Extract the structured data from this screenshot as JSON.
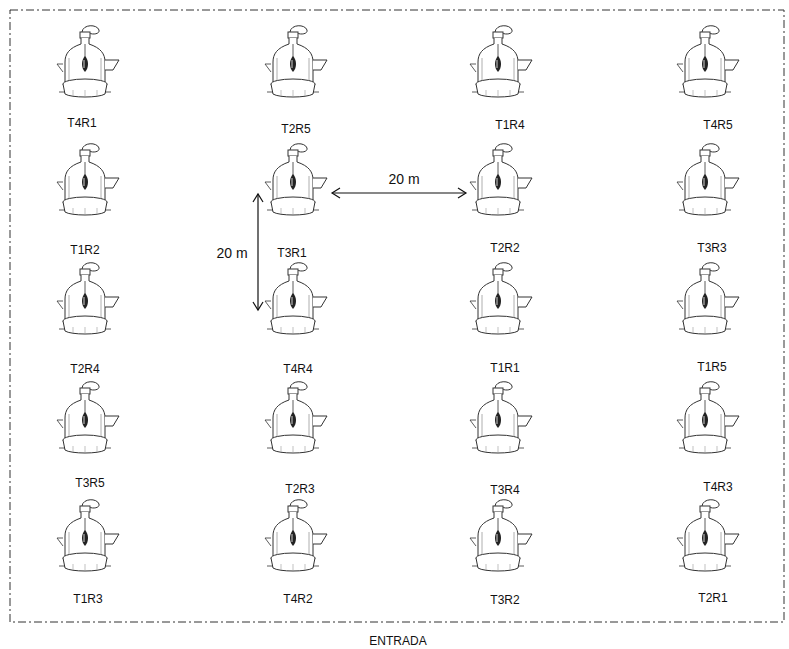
{
  "diagram": {
    "labels": [
      "T4R1",
      "T2R5",
      "T1R4",
      "T4R5",
      "20 m",
      "T1R2",
      "20 m",
      "T3R1",
      "T2R2",
      "T3R3",
      "T2R4",
      "T4R4",
      "T1R1",
      "T1R5",
      "T3R5",
      "T2R3",
      "T3R4",
      "T4R3",
      "T1R3",
      "T4R2",
      "T3R2",
      "T2R1",
      "ENTRADA"
    ]
  }
}
